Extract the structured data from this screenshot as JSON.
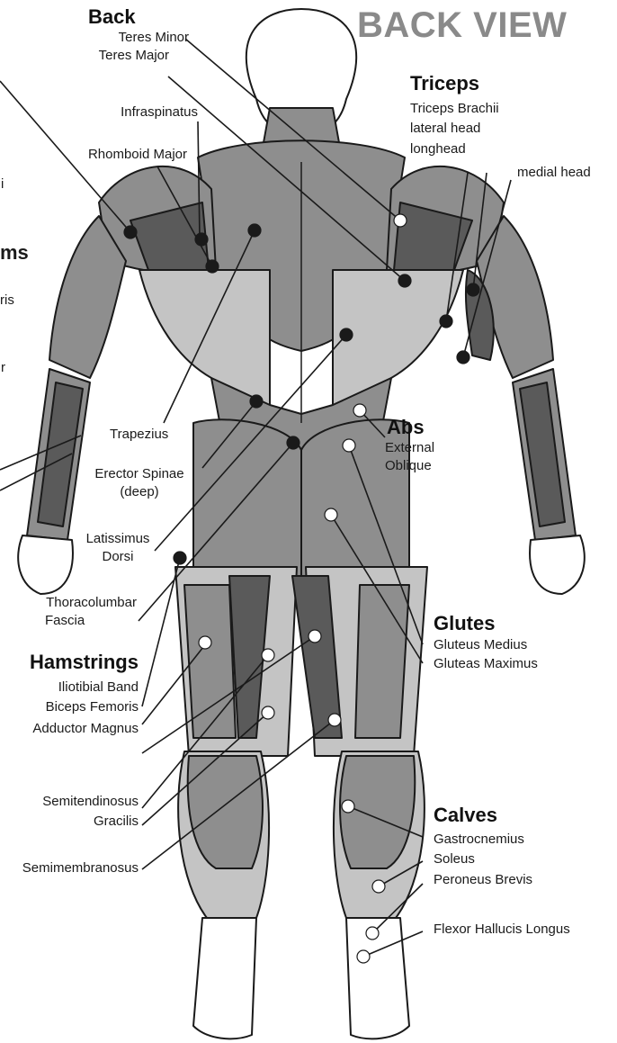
{
  "view_title": "BACK VIEW",
  "groups": {
    "back": {
      "title": "Back",
      "items": [
        "Teres Minor",
        "Teres Major",
        "Infraspinatus",
        "Rhomboid Major",
        "Trapezius",
        "Erector Spinae",
        "(deep)",
        "Latissimus",
        "Dorsi",
        "Thoracolumbar",
        "Fascia"
      ]
    },
    "triceps": {
      "title": "Triceps",
      "items": [
        "Triceps Brachii",
        "lateral head",
        "longhead",
        "medial head"
      ]
    },
    "abs": {
      "title": "Abs",
      "items": [
        "External",
        "Oblique"
      ]
    },
    "glutes": {
      "title": "Glutes",
      "items": [
        "Gluteus Medius",
        "Gluteas Maximus"
      ]
    },
    "hamstrings": {
      "title": "Hamstrings",
      "items": [
        "Iliotibial Band",
        "Biceps Femoris",
        "Adductor Magnus",
        "Semitendinosus",
        "Gracilis",
        "Semimembranosus"
      ]
    },
    "calves": {
      "title": "Calves",
      "items": [
        "Gastrocnemius",
        "Soleus",
        "Peroneus Brevis",
        "Flexor Hallucis Longus"
      ]
    }
  },
  "clipped_left": {
    "title_fragment": "ms",
    "fragments": [
      "i",
      "ris",
      "r"
    ]
  },
  "colors": {
    "muscle_mid": "#8e8e8e",
    "muscle_light": "#c4c4c4",
    "muscle_dark": "#5a5a5a",
    "outline": "#1a1a1a",
    "title_gray": "#8a8a8a"
  }
}
